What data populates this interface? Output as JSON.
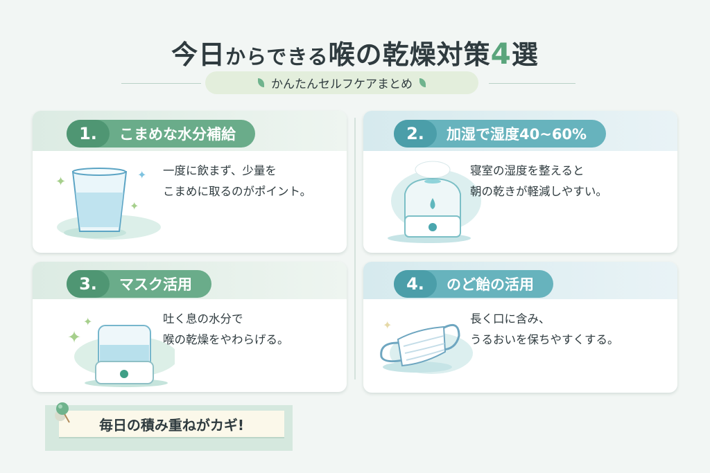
{
  "header": {
    "title_part1": "今日",
    "title_part2": "からできる",
    "title_part3": "喉の乾燥対策",
    "title_number": "4",
    "title_part4": "選",
    "subtitle": "かんたんセルフケアまとめ"
  },
  "cards": [
    {
      "number": "1.",
      "heading": "こまめな水分補給",
      "line1": "一度に飲まず、少量を",
      "line2": "こまめに取るのがポイント。",
      "icon": "water-glass"
    },
    {
      "number": "2.",
      "heading": "加湿で湿度40~60%",
      "line1": "寝室の湿度を整えると",
      "line2": "朝の乾きが軽減しやすい。",
      "icon": "humidifier"
    },
    {
      "number": "3.",
      "heading": "マスク活用",
      "line1": "吐く息の水分で",
      "line2": "喉の乾燥をやわらげる。",
      "icon": "humidifier-container"
    },
    {
      "number": "4.",
      "heading": "のど飴の活用",
      "line1": "長く口に含み、",
      "line2": "うるおいを保ちやすくする。",
      "icon": "face-mask"
    }
  ],
  "footer": {
    "note": "毎日の積み重ねがカギ!"
  },
  "colors": {
    "green": "#6aac8a",
    "teal": "#67b3bd",
    "text": "#2f3b3f",
    "accent": "#5aa57c"
  }
}
